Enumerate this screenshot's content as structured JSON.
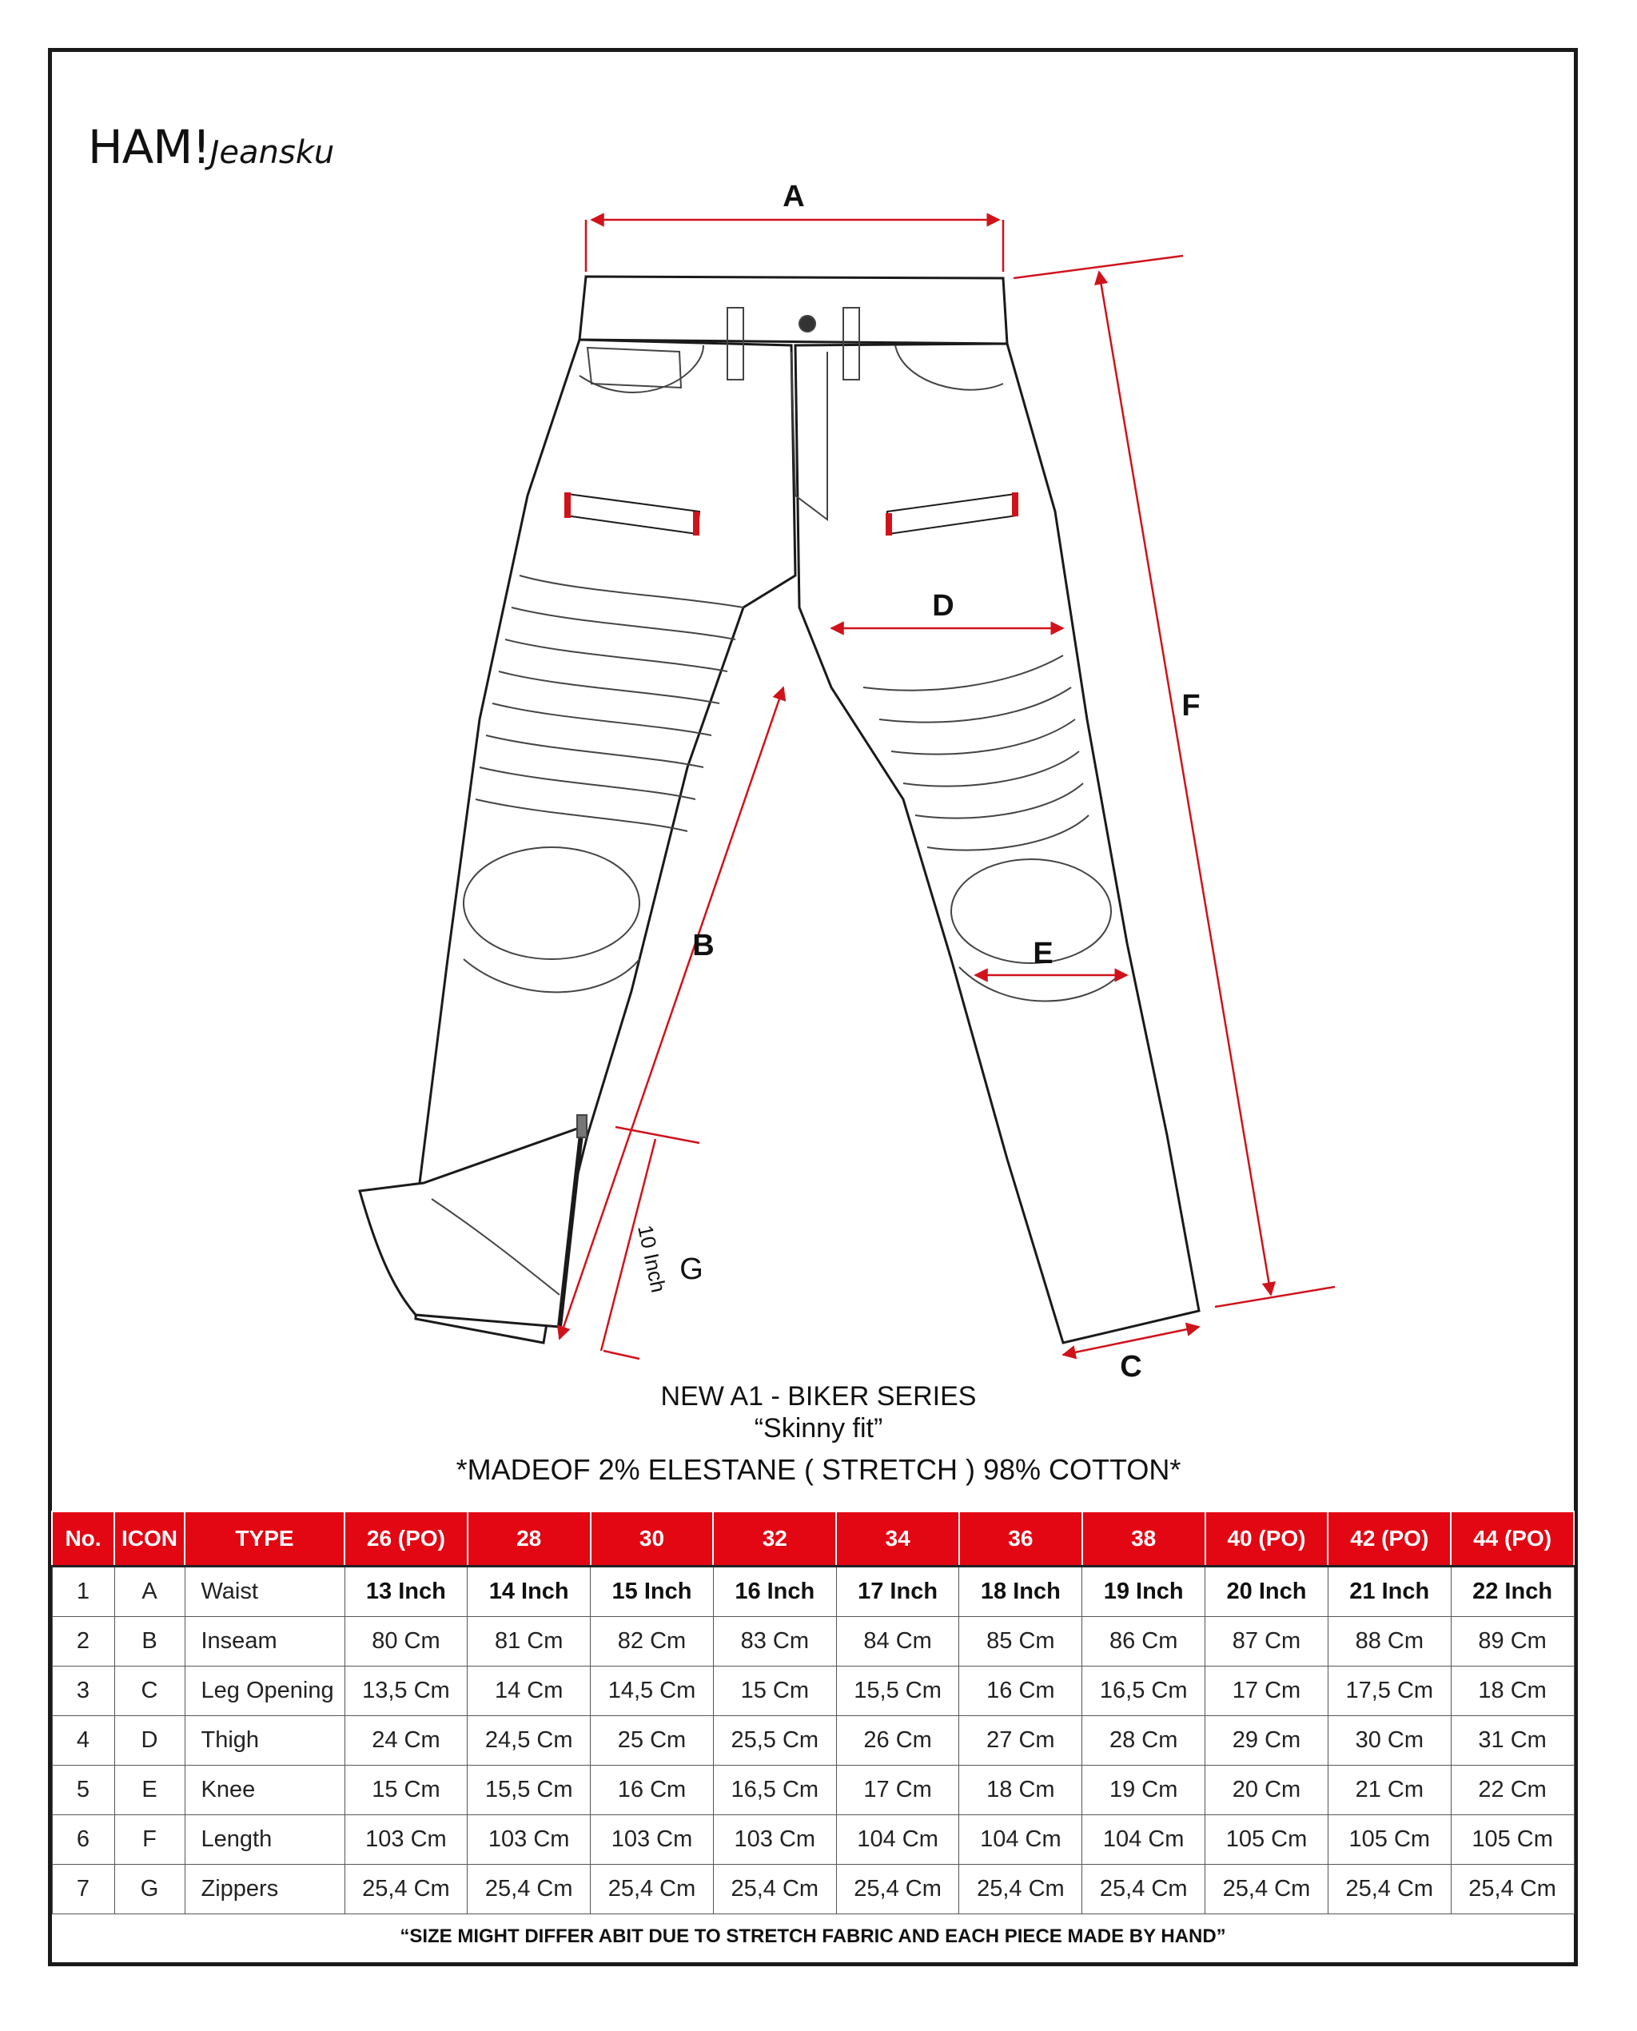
{
  "brand": {
    "main": "HAM!",
    "sub": "Jeansku"
  },
  "diagram": {
    "labels": {
      "a": "A",
      "b": "B",
      "c": "C",
      "d": "D",
      "e": "E",
      "f": "F",
      "g": "G"
    },
    "zipper_note": "10 Inch",
    "accent_color": "#d0121b"
  },
  "product": {
    "name": "NEW A1 - BIKER SERIES",
    "fit": "“Skinny fit”",
    "material": "*MADEOF 2% ELESTANE ( STRETCH ) 98% COTTON*"
  },
  "size_table": {
    "header_color": "#e30613",
    "headers": [
      "No.",
      "ICON",
      "TYPE",
      "26 (PO)",
      "28",
      "30",
      "32",
      "34",
      "36",
      "38",
      "40 (PO)",
      "42 (PO)",
      "44 (PO)"
    ],
    "rows": [
      [
        "1",
        "A",
        "Waist",
        "13 Inch",
        "14 Inch",
        "15 Inch",
        "16 Inch",
        "17 Inch",
        "18 Inch",
        "19 Inch",
        "20 Inch",
        "21 Inch",
        "22 Inch"
      ],
      [
        "2",
        "B",
        "Inseam",
        "80 Cm",
        "81 Cm",
        "82 Cm",
        "83 Cm",
        "84 Cm",
        "85 Cm",
        "86 Cm",
        "87 Cm",
        "88 Cm",
        "89 Cm"
      ],
      [
        "3",
        "C",
        "Leg Opening",
        "13,5 Cm",
        "14 Cm",
        "14,5 Cm",
        "15 Cm",
        "15,5 Cm",
        "16 Cm",
        "16,5 Cm",
        "17 Cm",
        "17,5 Cm",
        "18 Cm"
      ],
      [
        "4",
        "D",
        "Thigh",
        "24 Cm",
        "24,5 Cm",
        "25 Cm",
        "25,5 Cm",
        "26 Cm",
        "27 Cm",
        "28 Cm",
        "29 Cm",
        "30 Cm",
        "31 Cm"
      ],
      [
        "5",
        "E",
        "Knee",
        "15 Cm",
        "15,5 Cm",
        "16 Cm",
        "16,5 Cm",
        "17 Cm",
        "18 Cm",
        "19 Cm",
        "20 Cm",
        "21 Cm",
        "22 Cm"
      ],
      [
        "6",
        "F",
        "Length",
        "103 Cm",
        "103 Cm",
        "103 Cm",
        "103 Cm",
        "104 Cm",
        "104 Cm",
        "104 Cm",
        "105 Cm",
        "105 Cm",
        "105 Cm"
      ],
      [
        "7",
        "G",
        "Zippers",
        "25,4 Cm",
        "25,4 Cm",
        "25,4 Cm",
        "25,4 Cm",
        "25,4 Cm",
        "25,4 Cm",
        "25,4 Cm",
        "25,4 Cm",
        "25,4 Cm",
        "25,4 Cm"
      ]
    ],
    "footnote": "“SIZE MIGHT DIFFER ABIT DUE TO STRETCH FABRIC AND EACH PIECE MADE BY HAND”"
  }
}
